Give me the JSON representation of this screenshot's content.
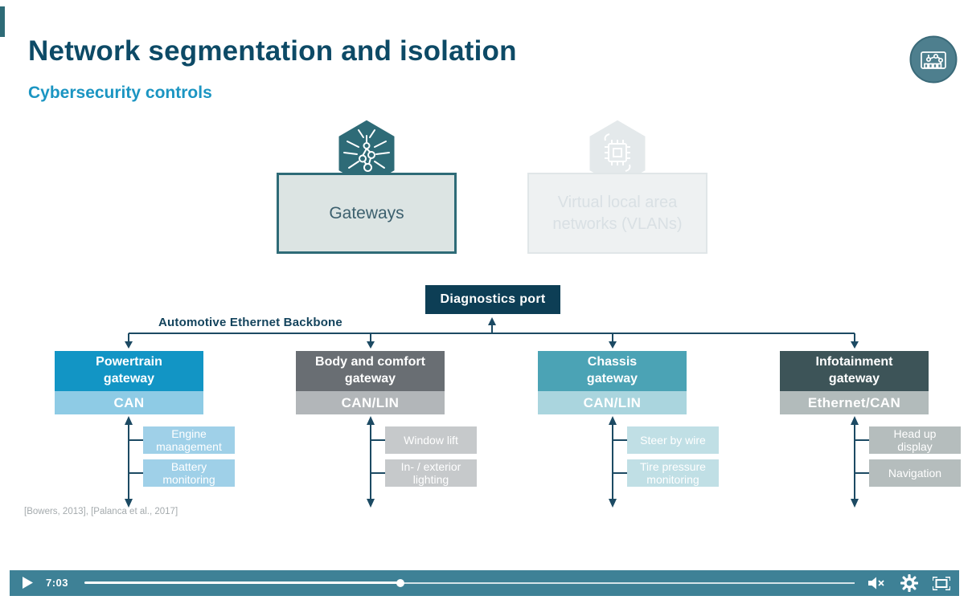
{
  "slide": {
    "title": "Network segmentation and isolation",
    "subtitle": "Cybersecurity controls",
    "backbone_label": "Automotive Ethernet Backbone",
    "diagnostics_port_label": "Diagnostics port",
    "citation": "[Bowers, 2013], [Palanca et al., 2017]",
    "logo_icon": "circuit-board-logo"
  },
  "controls": [
    {
      "label": "Gateways",
      "state": "active",
      "icon": "circuit-spider-icon"
    },
    {
      "label": "Virtual local area\nnetworks (VLANs)",
      "state": "inactive",
      "icon": "microchip-icon"
    }
  ],
  "gateways": [
    {
      "name": "Powertrain\ngateway",
      "bus": "CAN",
      "nodes": [
        "Engine\nmanagement",
        "Battery\nmonitoring"
      ],
      "colors": {
        "header": "#1295c5",
        "band": "#8ecbe5",
        "node": "#9fd0e8"
      }
    },
    {
      "name": "Body and comfort\ngateway",
      "bus": "CAN/LIN",
      "nodes": [
        "Window lift",
        "In- / exterior\nlighting"
      ],
      "colors": {
        "header": "#696e73",
        "band": "#b2b6b9",
        "node": "#c6c9cb"
      }
    },
    {
      "name": "Chassis\ngateway",
      "bus": "CAN/LIN",
      "nodes": [
        "Steer by wire",
        "Tire pressure\nmonitoring"
      ],
      "colors": {
        "header": "#4ba3b5",
        "band": "#aad5de",
        "node": "#c0dfe5"
      }
    },
    {
      "name": "Infotainment\ngateway",
      "bus": "Ethernet/CAN",
      "nodes": [
        "Head up\ndisplay",
        "Navigation"
      ],
      "colors": {
        "header": "#3d5458",
        "band": "#b2bbbb",
        "node": "#b5bdbd"
      }
    }
  ],
  "player": {
    "current_time": "7:03",
    "progress_percent": 41,
    "muted": true,
    "bar_color": "#3e8196",
    "icons": [
      "play-icon",
      "volume-muted-icon",
      "settings-gear-icon",
      "fullscreen-icon"
    ]
  },
  "colors": {
    "title": "#0d4a66",
    "subtitle": "#1b95c2",
    "connector": "#1c4a63",
    "diagnostics_bg": "#0d3e55",
    "active_box_bg": "#dce4e3",
    "active_box_border": "#2e6b77",
    "inactive_box_bg": "#eef1f2",
    "hexagon_active": "#2e6b77",
    "hexagon_inactive": "#e4e9eb"
  }
}
